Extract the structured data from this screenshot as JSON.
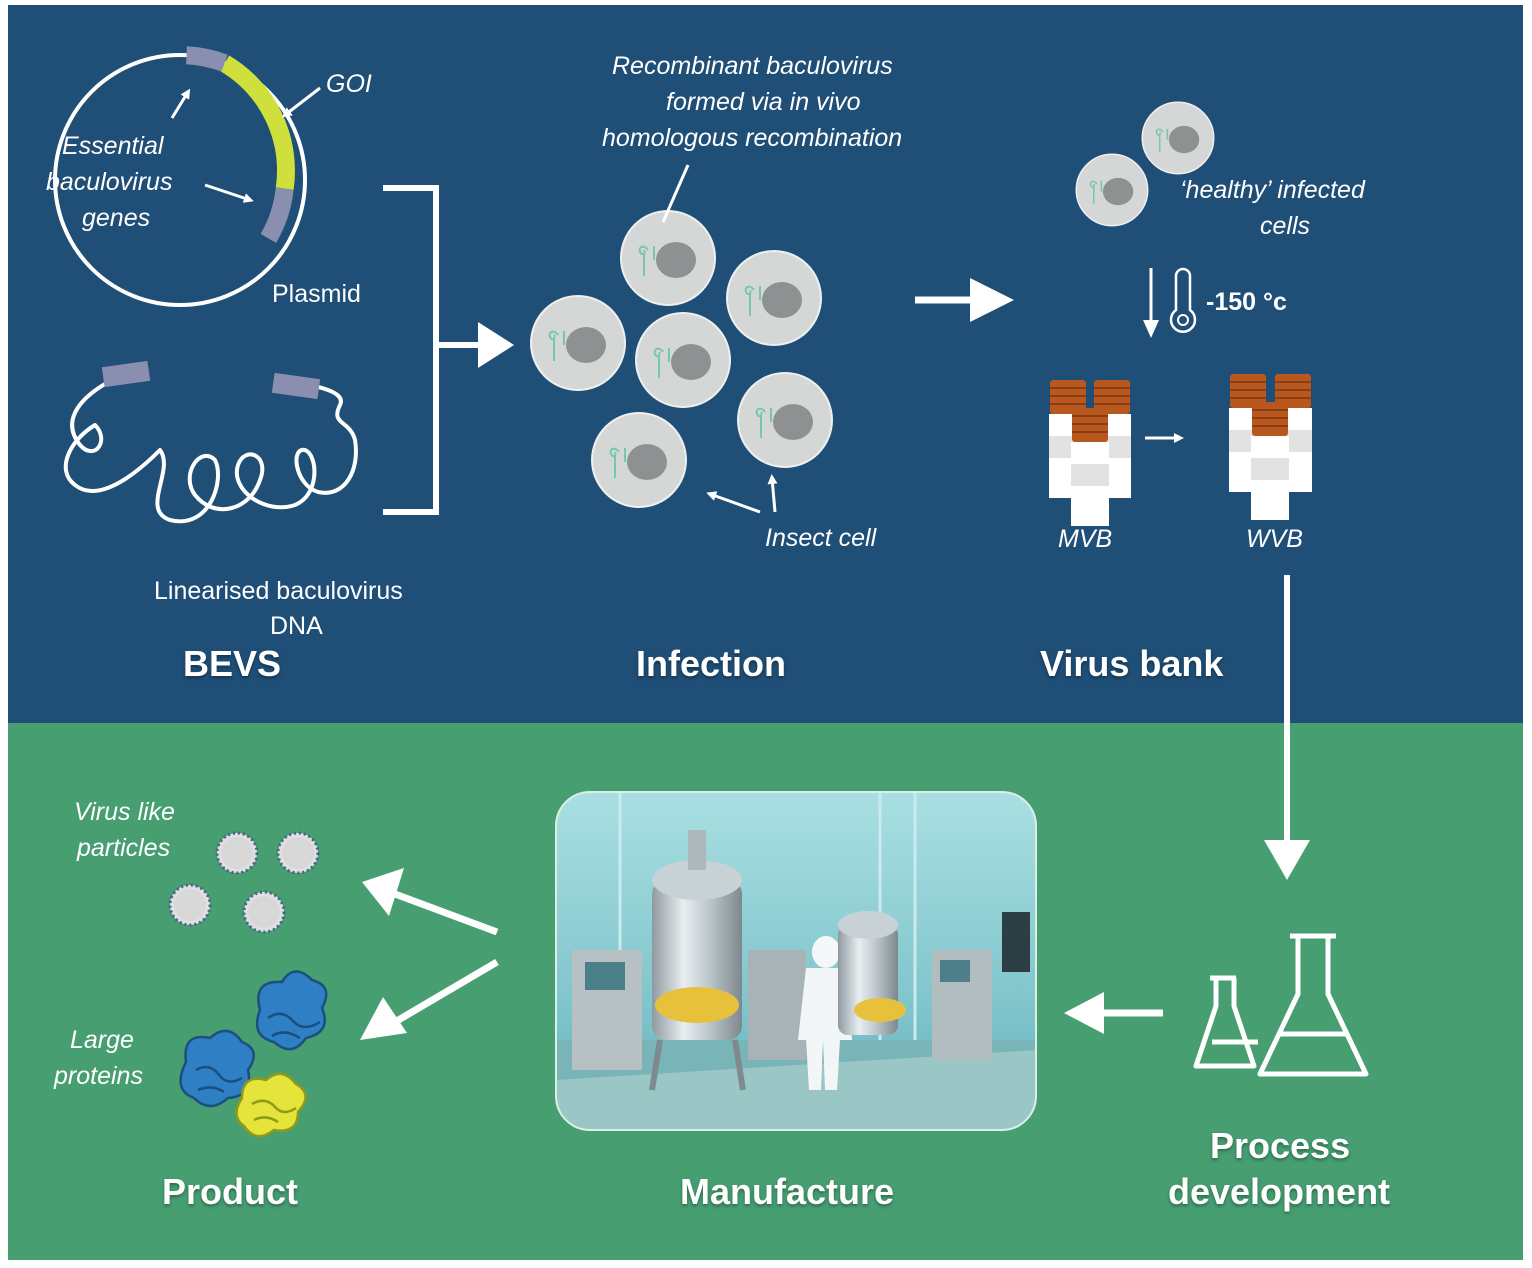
{
  "top_panel": {
    "background": "#1f4e76",
    "plasmid": {
      "goi_label": "GOI",
      "essential_label_lines": [
        "Essential",
        "baculovirus",
        "genes"
      ],
      "plasmid_label": "Plasmid",
      "goi_color": "#cfe03c",
      "gene_color": "#8a8fb0"
    },
    "linear_dna_label_lines": [
      "Linearised baculovirus",
      "DNA"
    ],
    "bevs_heading": "BEVS",
    "recombinant_label_lines": [
      "Recombinant baculovirus",
      "formed via in vivo",
      "homologous recombination"
    ],
    "insect_cell_label": "Insect cell",
    "infection_heading": "Infection",
    "healthy_label_lines": [
      "‘healthy’ infected",
      "cells"
    ],
    "temperature_label": "-150 °c",
    "mvb_label": "MVB",
    "wvb_label": "WVB",
    "virus_bank_heading": "Virus bank",
    "vial_cap_color": "#b8581f"
  },
  "bottom_panel": {
    "background": "#469e71",
    "vlp_label_lines": [
      "Virus like",
      "particles"
    ],
    "large_proteins_label_lines": [
      "Large",
      "proteins"
    ],
    "product_heading": "Product",
    "manufacture_heading": "Manufacture",
    "process_heading_lines": [
      "Process",
      "development"
    ],
    "protein_colors": [
      "#2f7fc4",
      "#e4e43a"
    ],
    "manufacture_photo_icon": "bioreactor-photo"
  }
}
